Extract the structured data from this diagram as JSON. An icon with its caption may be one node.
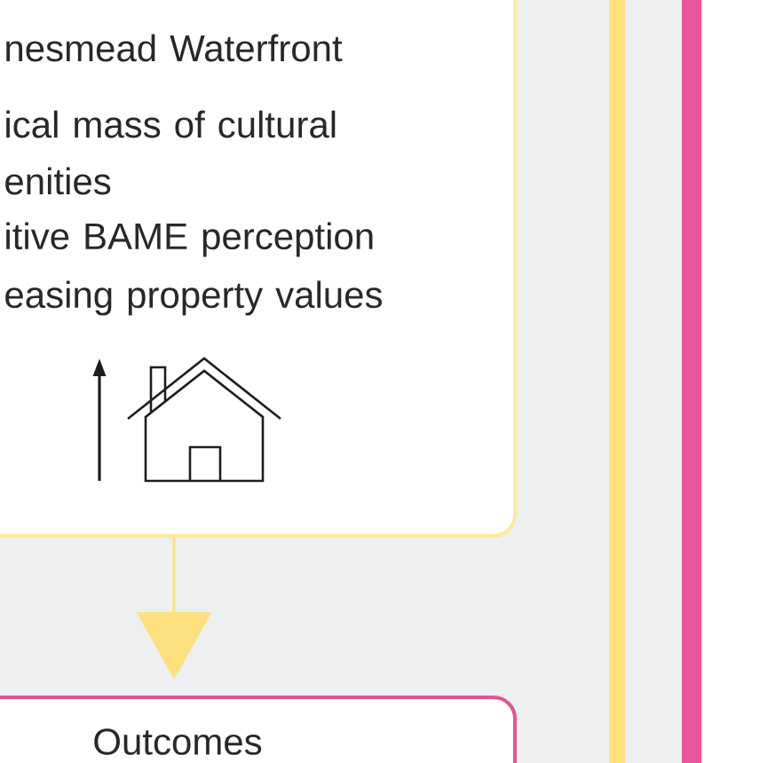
{
  "diagram": {
    "nodes": [
      {
        "text": [
          "nesmead Waterfront",
          "ical mass of cultural enities",
          "itive BAME perception",
          "easing property values"
        ]
      },
      {
        "text": [
          "Outcomes"
        ]
      }
    ],
    "edges": [
      {
        "from": 0,
        "to": 1,
        "arrow": "to",
        "color": "#fde07e"
      }
    ]
  }
}
